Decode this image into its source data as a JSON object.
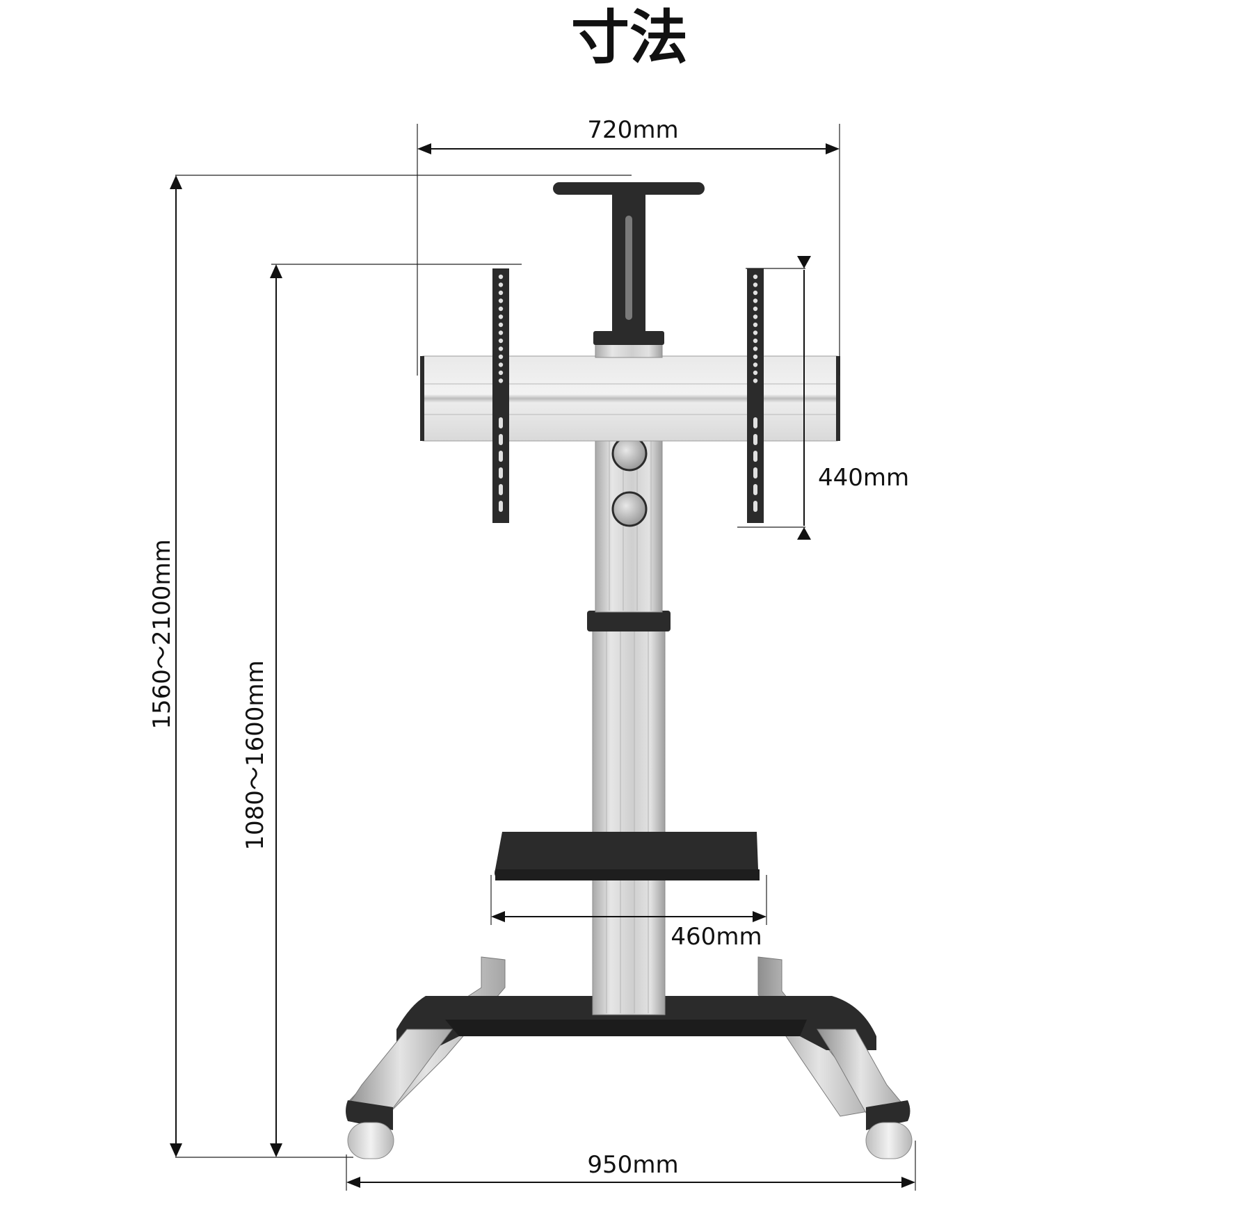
{
  "title": "寸法",
  "dimensions": {
    "top_width": "720mm",
    "bracket_height": "440mm",
    "shelf_width": "460mm",
    "base_width": "950mm",
    "total_height": "1560～2100mm",
    "bracket_center_height": "1080～1600mm"
  },
  "colors": {
    "black_parts": "#2b2b2b",
    "aluminum": "#d4d4d4",
    "wheel": "#d6d6d6"
  }
}
